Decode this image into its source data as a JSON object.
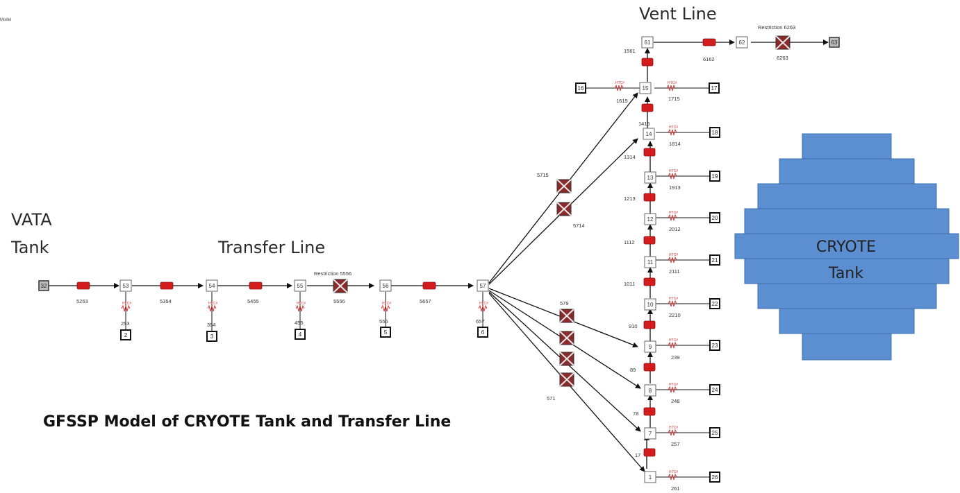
{
  "corner_label": "Model",
  "titles": {
    "vent_line": "Vent Line",
    "vata_tank_line1": "VATA",
    "vata_tank_line2": "Tank",
    "transfer_line": "Transfer Line",
    "cryote_line1": "CRYOTE",
    "cryote_line2": "Tank",
    "caption": "GFSSP Model of CRYOTE Tank and Transfer Line"
  },
  "colors": {
    "pipe_red": "#d41c1c",
    "tank_blue": "#5b8fd1",
    "tank_border": "#4a78b0",
    "node_border": "#555555",
    "htc_red": "#d23a3a"
  },
  "restriction_labels": {
    "transfer": "Restriction 5556",
    "vent": "Restriction 6263"
  },
  "nodes": {
    "vata": "32",
    "n53": "53",
    "n54": "54",
    "n55": "55",
    "n56": "56",
    "n57": "57",
    "n2": "2",
    "n3": "3",
    "n4": "4",
    "n5": "5",
    "n6": "6",
    "n61": "61",
    "n62": "62",
    "n63": "63",
    "n15": "15",
    "n14": "14",
    "n13": "13",
    "n12": "12",
    "n11": "11",
    "n10": "10",
    "n9": "9",
    "n8": "8",
    "n7": "7",
    "n1": "1",
    "left16": "16",
    "r17": "17",
    "r18": "18",
    "r19": "19",
    "r20": "20",
    "r21": "21",
    "r22": "22",
    "r23": "23",
    "r24": "24",
    "r25": "25",
    "r26": "26"
  },
  "branches": {
    "b5253": "5253",
    "b5354": "5354",
    "b5455": "5455",
    "b5556": "5556",
    "b5657": "5657",
    "b253": "253",
    "b354": "354",
    "b455": "455",
    "b556": "556",
    "b657": "657",
    "b6162": "6162",
    "b6263": "6263",
    "b1561": "1561",
    "b1615": "1615",
    "b1715": "1715",
    "b1415": "1415",
    "b1814": "1814",
    "b1314": "1314",
    "b1913": "1913",
    "b1213": "1213",
    "b2012": "2012",
    "b1112": "1112",
    "b2111": "2111",
    "b1011": "1011",
    "b2210": "2210",
    "b910": "910",
    "b239": "239",
    "b89": "89",
    "b248": "248",
    "b78": "78",
    "b257": "257",
    "b17": "17",
    "b261": "261",
    "b5715": "5715",
    "b5714": "5714",
    "b579": "579",
    "b571": "571"
  },
  "htc_tag": "HTC#"
}
